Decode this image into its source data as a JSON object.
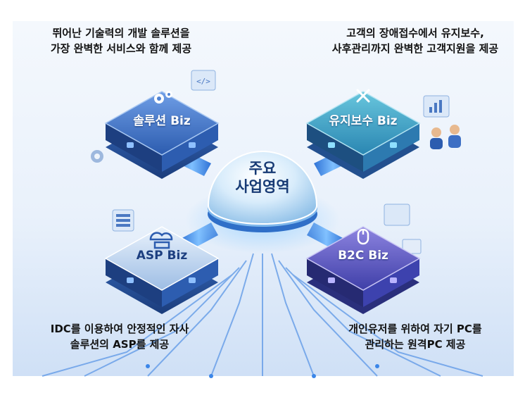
{
  "center": {
    "line1": "주요",
    "line2": "사업영역"
  },
  "quadrants": [
    {
      "tile_label": "솔루션 Biz",
      "icon": "gears-icon",
      "caption_line1": "뛰어난 기술력의 개발 솔루션을",
      "caption_line2": "가장 완벽한 서비스와 함께 제공"
    },
    {
      "tile_label": "유지보수 Biz",
      "icon": "tools-icon",
      "caption_line1": "고객의 장애접수에서 유지보수,",
      "caption_line2": "사후관리까지 완벽한 고객지원을 제공"
    },
    {
      "tile_label": "ASP Biz",
      "icon": "cloud-server-icon",
      "caption_line1": "IDC를 이용하여 안정적인 자사",
      "caption_line2": "솔루션의 ASP를 제공"
    },
    {
      "tile_label": "B2C Biz",
      "icon": "mouse-icon",
      "caption_line1": "개인유저를 위하여 자기 PC를",
      "caption_line2": "관리하는 원격PC 제공"
    }
  ],
  "colors": {
    "tile_blue": "#3d6fc4",
    "tile_teal": "#2f9fb8",
    "tile_purple": "#5a4fb8",
    "hub": "#cfe6fb"
  }
}
